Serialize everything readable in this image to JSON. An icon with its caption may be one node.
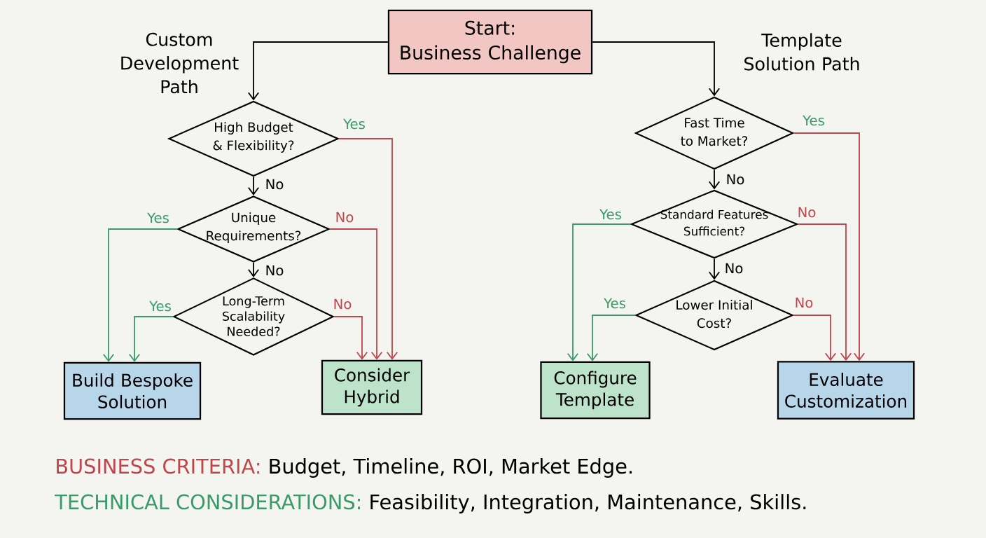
{
  "diagram": {
    "nodes": [
      {
        "text": [
          "Start:",
          "Business Challenge"
        ]
      },
      {
        "text": [
          "High Budget & Flexibility?"
        ]
      },
      {
        "text": [
          "Unique Requirements?"
        ]
      },
      {
        "text": [
          "Long-Term Scalability Needed?"
        ]
      },
      {
        "text": [
          "Build Bespoke Solution"
        ]
      },
      {
        "text": [
          "Consider Hybrid"
        ]
      },
      {
        "text": [
          "Fast Time to Market?"
        ]
      },
      {
        "text": [
          "Standard Features Sufficient?"
        ]
      },
      {
        "text": [
          "Lower Initial Cost?"
        ]
      },
      {
        "text": [
          "Configure Template"
        ]
      },
      {
        "text": [
          "Evaluate Customization"
        ]
      }
    ],
    "edges": [
      {
        "from": 0,
        "to": 1,
        "arrow": "to"
      },
      {
        "from": 0,
        "to": 6,
        "arrow": "to"
      },
      {
        "from": 1,
        "to": 2,
        "arrow": "to",
        "label": "No"
      },
      {
        "from": 1,
        "to": 5,
        "arrow": "to",
        "label": "Yes",
        "color": "#c0464b"
      },
      {
        "from": 2,
        "to": 4,
        "arrow": "to",
        "label": "Yes",
        "color": "#3a9a68"
      },
      {
        "from": 2,
        "to": 5,
        "arrow": "to",
        "label": "No",
        "color": "#c0464b"
      },
      {
        "from": 2,
        "to": 3,
        "arrow": "to",
        "label": "No"
      },
      {
        "from": 3,
        "to": 4,
        "arrow": "to",
        "label": "Yes",
        "color": "#3a9a68"
      },
      {
        "from": 3,
        "to": 5,
        "arrow": "to",
        "label": "No",
        "color": "#c0464b"
      },
      {
        "from": 6,
        "to": 7,
        "arrow": "to",
        "label": "No"
      },
      {
        "from": 6,
        "to": 10,
        "arrow": "to",
        "label": "Yes",
        "color": "#c0464b"
      },
      {
        "from": 7,
        "to": 9,
        "arrow": "to",
        "label": "Yes",
        "color": "#3a9a68"
      },
      {
        "from": 7,
        "to": 10,
        "arrow": "to",
        "label": "No",
        "color": "#c0464b"
      },
      {
        "from": 7,
        "to": 8,
        "arrow": "to",
        "label": "No"
      },
      {
        "from": 8,
        "to": 9,
        "arrow": "to",
        "label": "Yes",
        "color": "#3a9a68"
      },
      {
        "from": 8,
        "to": 10,
        "arrow": "to",
        "label": "No",
        "color": "#c0464b"
      }
    ],
    "labels": [
      "Custom Development Path",
      "Template Solution Path",
      "BUSINESS CRITERIA:",
      "Budget, Timeline, ROI, Market Edge.",
      "TECHNICAL CONSIDERATIONS:",
      "Feasibility, Integration, Maintenance, Skills."
    ]
  }
}
